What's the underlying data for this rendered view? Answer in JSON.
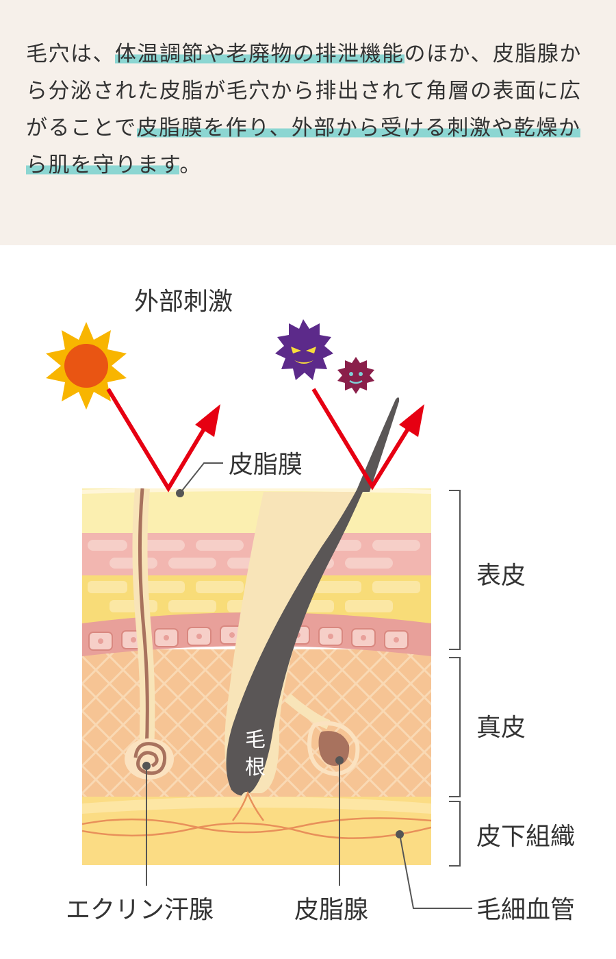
{
  "intro": {
    "segments": [
      {
        "text": "毛穴は、",
        "highlight": false
      },
      {
        "text": "体温調節や老廃物の排泄機能",
        "highlight": true
      },
      {
        "text": "のほか、皮脂腺から分泌された皮脂が毛穴から排出されて角層の表面に広がることで",
        "highlight": false
      },
      {
        "text": "皮脂膜を作り、外部から受ける刺激や乾燥から肌を守ります",
        "highlight": true
      },
      {
        "text": "。",
        "highlight": false
      }
    ]
  },
  "diagram": {
    "external_stimulus": "外部刺激",
    "sebum_film": "皮脂膜",
    "epidermis": "表皮",
    "dermis": "真皮",
    "subcutaneous": "皮下組織",
    "eccrine_gland": "エクリン汗腺",
    "sebaceous_gland": "皮脂腺",
    "capillary": "毛細血管",
    "hair_root_1": "毛",
    "hair_root_2": "根"
  },
  "colors": {
    "intro_bg": "#f6f0ea",
    "highlight": "#8cd6d2",
    "arrow": "#e60012",
    "sun_outer": "#f8b500",
    "sun_inner": "#e95513",
    "virus_large": "#5c2a8a",
    "virus_small": "#8a1f4a",
    "hair": "#5a5656",
    "stratum_light": "#fbefb0",
    "stratum_pink": "#f2b6b0",
    "stratum_yellow": "#f8dc78",
    "basal": "#e8a09a",
    "dermis": "#f6c494",
    "subcutaneous": "#fbdc84",
    "capillary": "#e8905a"
  }
}
